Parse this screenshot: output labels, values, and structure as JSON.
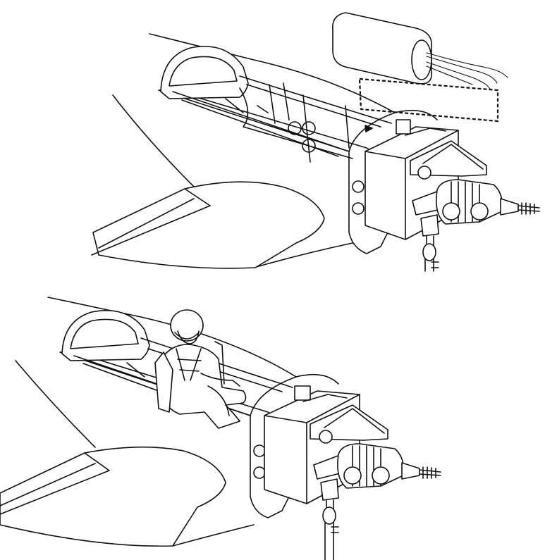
{
  "figure": {
    "panels": [
      {
        "id": "top",
        "elements": [
          "fuselage",
          "canopy-frame",
          "cockpit-interior",
          "firewall",
          "engine-mount",
          "engine",
          "propeller-shaft",
          "landing-gear",
          "wing",
          "battery-pack",
          "battery-placement-outline"
        ]
      },
      {
        "id": "bottom",
        "elements": [
          "fuselage",
          "canopy-frame",
          "cockpit-interior",
          "pilot-figure",
          "firewall",
          "engine-mount",
          "engine",
          "propeller-shaft",
          "landing-gear",
          "wing"
        ]
      }
    ],
    "line_color": "#111111",
    "background_color": "#ffffff"
  }
}
